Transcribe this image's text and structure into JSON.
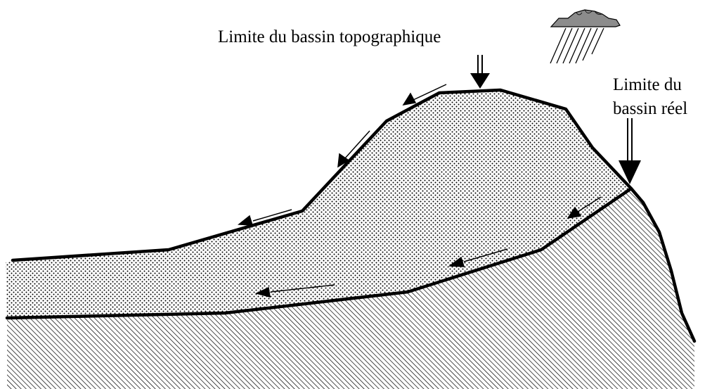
{
  "labels": {
    "topographic_limit": "Limite du bassin topographique",
    "real_limit_line1": "Limite du",
    "real_limit_line2": "bassin réel"
  },
  "icons": {
    "weather": "rain-cloud-icon"
  },
  "colors": {
    "ink": "#000000",
    "cloud_fill": "#8c8c8c",
    "dot_pattern": "#000000",
    "hatch_pattern": "#000000",
    "background": "#ffffff"
  }
}
